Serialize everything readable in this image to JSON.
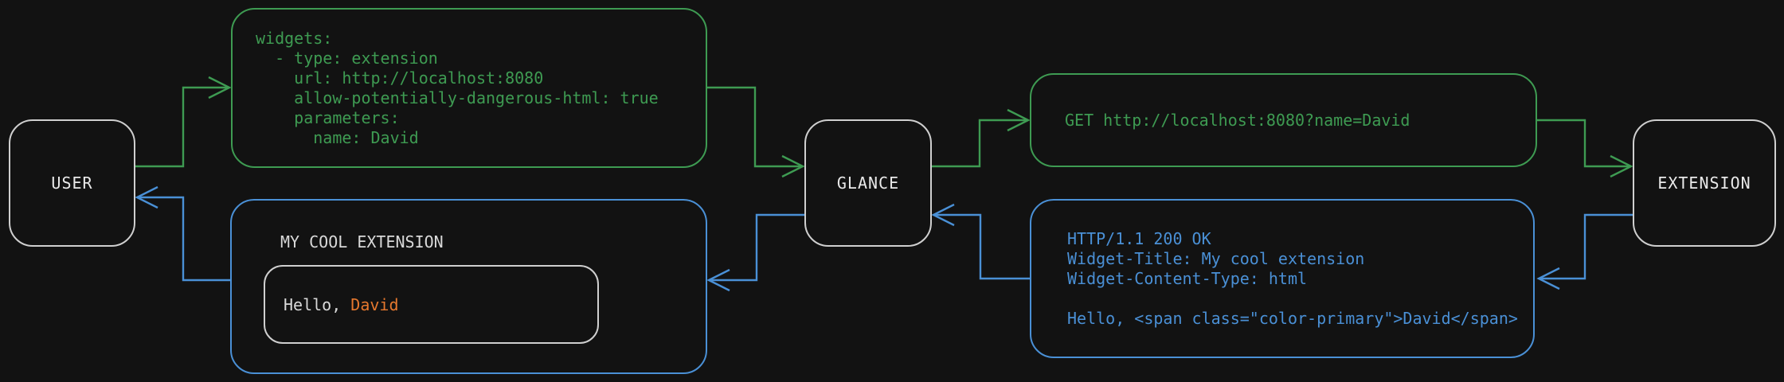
{
  "colors": {
    "background": "#121212",
    "request_green": "#3e9b52",
    "response_blue": "#4a90d6",
    "accent_orange": "#e5782e",
    "neutral_border": "#cfcfcf",
    "label_text": "#e9e9e9"
  },
  "nodes": {
    "user": "USER",
    "glance": "GLANCE",
    "extension": "EXTENSION"
  },
  "config_box": {
    "lines": [
      "widgets:",
      "  - type: extension",
      "    url: http://localhost:8080",
      "    allow-potentially-dangerous-html: true",
      "    parameters:",
      "      name: David"
    ]
  },
  "request_box": {
    "text": "GET http://localhost:8080?name=David"
  },
  "response_box": {
    "lines": [
      "HTTP/1.1 200 OK",
      "Widget-Title: My cool extension",
      "Widget-Content-Type: html",
      "",
      "Hello, <span class=\"color-primary\">David</span>"
    ]
  },
  "widget_box": {
    "title": "MY COOL EXTENSION",
    "greeting_prefix": "Hello, ",
    "greeting_name": "David"
  }
}
